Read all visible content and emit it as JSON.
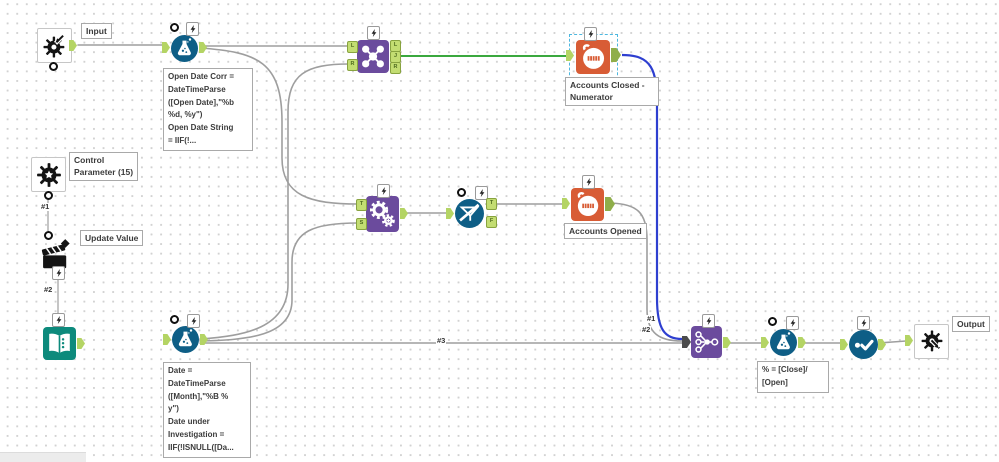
{
  "canvas": {
    "background": "#ffffff",
    "dot_color": "#d2d2d2"
  },
  "colors": {
    "blue_tool": "#0e5e86",
    "teal_tool": "#0d8a7c",
    "purple_tool": "#6b4b9d",
    "orange_tool": "#d85c35",
    "wire_gray": "#9e9e9e",
    "wire_green": "#3aa83e",
    "wire_blue": "#2e3fd0",
    "anchor_green": "#c3dd72",
    "selection_blue": "#4db8e0"
  },
  "tools": {
    "macro_input": {
      "label": "Input"
    },
    "formula_open_date": {
      "annotation": "Open Date Corr =\nDateTimeParse\n([Open Date],\"%b\n%d, %y\")\nOpen Date String\n= IIF(!..."
    },
    "control_parameter": {
      "label": "Control\nParameter (15)"
    },
    "update_value": {
      "label": "Update Value"
    },
    "formula_date": {
      "annotation": "Date =\nDateTimeParse\n([Month],\"%B %\ny\")\nDate under\nInvestigation =\nIIF(!ISNULL([Da..."
    },
    "count_closed": {
      "label": "Accounts Closed -\nNumerator"
    },
    "count_opened": {
      "label": "Accounts Opened"
    },
    "formula_pct": {
      "annotation": "% = [Close]/\n[Open]"
    },
    "macro_output": {
      "label": "Output"
    }
  },
  "anchors": {
    "l": "L",
    "r": "R",
    "j": "J",
    "t": "T",
    "s": "S",
    "f": "F"
  },
  "connections": {
    "c1": "#1",
    "c2": "#2",
    "u1": "#1",
    "u2": "#2",
    "u3": "#3"
  }
}
